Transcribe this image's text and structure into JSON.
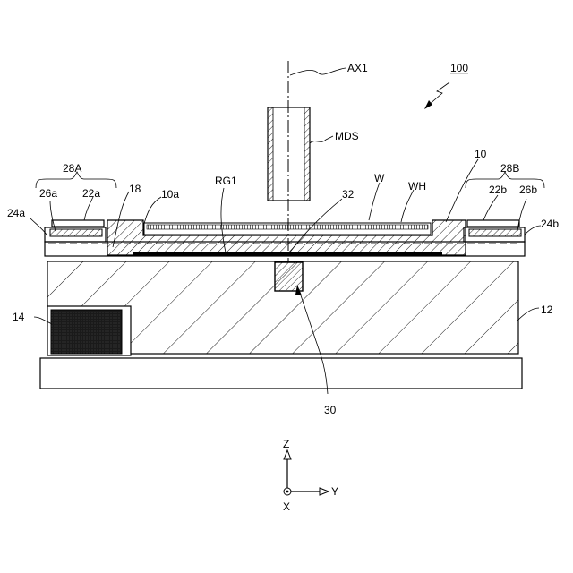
{
  "labels": {
    "ax1": "AX1",
    "ref100": "100",
    "mds": "MDS",
    "w": "W",
    "wh": "WH",
    "rg1": "RG1",
    "n32": "32",
    "n10": "10",
    "n10a": "10a",
    "n18": "18",
    "n28a": "28A",
    "n28b": "28B",
    "n26a": "26a",
    "n22a": "22a",
    "n22b": "22b",
    "n26b": "26b",
    "n24a": "24a",
    "n24b": "24b",
    "n14": "14",
    "n12": "12",
    "n30": "30"
  },
  "axes": {
    "z": "Z",
    "y": "Y",
    "x": "X"
  }
}
